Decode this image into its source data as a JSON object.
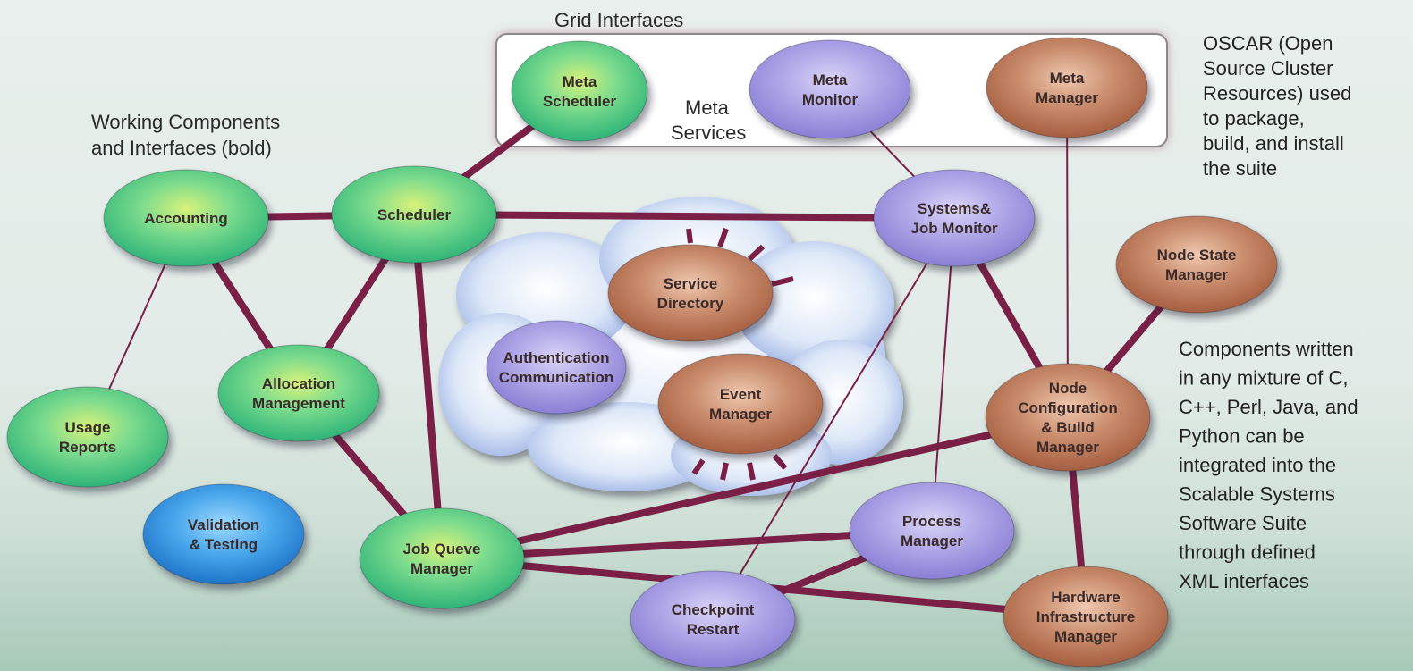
{
  "colors": {
    "green": "#4fcf8f",
    "purple": "#a99ee0",
    "brown": "#b87456",
    "blue": "#2f8fdc",
    "link": "#7a1f45"
  },
  "labels": {
    "grid_interfaces": "Grid Interfaces",
    "meta_services_1": "Meta",
    "meta_services_2": "Services",
    "working_1": "Working Components",
    "working_2": "and Interfaces (bold)",
    "oscar": [
      "OSCAR (Open",
      "Source Cluster",
      "Resources)  used",
      "to package,",
      "build, and install",
      "the suite"
    ],
    "components": [
      "Components written",
      "in any mixture of C,",
      "C++, Perl, Java, and",
      "Python can be",
      "integrated into the",
      "Scalable Systems",
      "Software Suite",
      "through defined",
      "XML interfaces"
    ]
  },
  "nodes": [
    {
      "id": "meta-scheduler",
      "lines": [
        "Meta",
        "Scheduler"
      ],
      "color": "green"
    },
    {
      "id": "meta-monitor",
      "lines": [
        "Meta",
        "Monitor"
      ],
      "color": "purple"
    },
    {
      "id": "meta-manager",
      "lines": [
        "Meta",
        "Manager"
      ],
      "color": "brown"
    },
    {
      "id": "accounting",
      "lines": [
        "Accounting"
      ],
      "color": "green"
    },
    {
      "id": "scheduler",
      "lines": [
        "Scheduler"
      ],
      "color": "green"
    },
    {
      "id": "systems-job-monitor",
      "lines": [
        "Systems&",
        "Job Monitor"
      ],
      "color": "purple"
    },
    {
      "id": "node-state-manager",
      "lines": [
        "Node State",
        "Manager"
      ],
      "color": "brown"
    },
    {
      "id": "service-directory",
      "lines": [
        "Service",
        "Directory"
      ],
      "color": "brown"
    },
    {
      "id": "authentication-communication",
      "lines": [
        "Authentication",
        "Communication"
      ],
      "color": "purple"
    },
    {
      "id": "event-manager",
      "lines": [
        "Event",
        "Manager"
      ],
      "color": "brown"
    },
    {
      "id": "allocation-management",
      "lines": [
        "Allocation",
        "Management"
      ],
      "color": "green"
    },
    {
      "id": "usage-reports",
      "lines": [
        "Usage",
        "Reports"
      ],
      "color": "green"
    },
    {
      "id": "validation-testing",
      "lines": [
        "Validation",
        "& Testing"
      ],
      "color": "blue"
    },
    {
      "id": "job-queue-manager",
      "lines": [
        "Job Queve",
        "Manager"
      ],
      "color": "green"
    },
    {
      "id": "node-config-build-manager",
      "lines": [
        "Node",
        "Configuration",
        "& Build",
        "Manager"
      ],
      "color": "brown"
    },
    {
      "id": "process-manager",
      "lines": [
        "Process",
        "Manager"
      ],
      "color": "purple"
    },
    {
      "id": "checkpoint-restart",
      "lines": [
        "Checkpoint",
        "Restart"
      ],
      "color": "purple"
    },
    {
      "id": "hardware-infrastructure-manager",
      "lines": [
        "Hardware",
        "Infrastructure",
        "Manager"
      ],
      "color": "brown"
    }
  ],
  "links": [
    {
      "from": "accounting",
      "to": "scheduler",
      "bold": true
    },
    {
      "from": "scheduler",
      "to": "systems-job-monitor",
      "bold": true
    },
    {
      "from": "scheduler",
      "to": "meta-scheduler",
      "bold": true
    },
    {
      "from": "accounting",
      "to": "allocation-management",
      "bold": true
    },
    {
      "from": "scheduler",
      "to": "allocation-management",
      "bold": true
    },
    {
      "from": "scheduler",
      "to": "job-queue-manager",
      "bold": true
    },
    {
      "from": "allocation-management",
      "to": "job-queue-manager",
      "bold": true
    },
    {
      "from": "accounting",
      "to": "usage-reports",
      "bold": false
    },
    {
      "from": "meta-monitor",
      "to": "systems-job-monitor",
      "bold": false
    },
    {
      "from": "meta-manager",
      "to": "node-config-build-manager",
      "bold": false
    },
    {
      "from": "systems-job-monitor",
      "to": "node-config-build-manager",
      "bold": true
    },
    {
      "from": "systems-job-monitor",
      "to": "checkpoint-restart",
      "bold": false
    },
    {
      "from": "systems-job-monitor",
      "to": "process-manager",
      "bold": false
    },
    {
      "from": "node-state-manager",
      "to": "node-config-build-manager",
      "bold": true
    },
    {
      "from": "node-config-build-manager",
      "to": "job-queue-manager",
      "bold": true
    },
    {
      "from": "node-config-build-manager",
      "to": "hardware-infrastructure-manager",
      "bold": true
    },
    {
      "from": "job-queue-manager",
      "to": "process-manager",
      "bold": true
    },
    {
      "from": "job-queue-manager",
      "to": "hardware-infrastructure-manager",
      "bold": true
    },
    {
      "from": "checkpoint-restart",
      "to": "process-manager",
      "bold": true
    }
  ]
}
